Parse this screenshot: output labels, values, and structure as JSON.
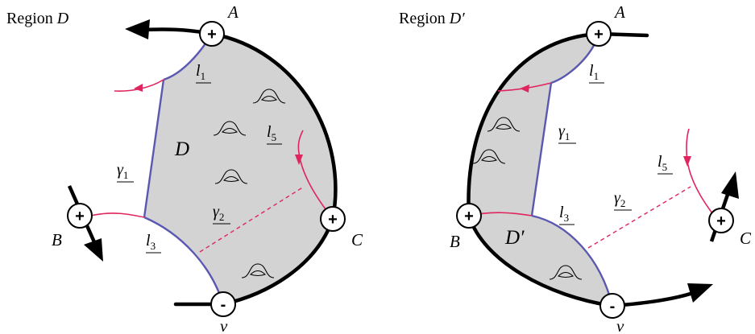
{
  "panels": [
    {
      "title": "Region",
      "title_sym": "D",
      "region_label": "D",
      "points": {
        "A": "A",
        "B": "B",
        "C": "C",
        "v": "v"
      },
      "signs": {
        "A": "+",
        "B": "+",
        "C": "+",
        "v": "-"
      },
      "curve_labels": {
        "l1": "l",
        "l1_sub": "1",
        "l3": "l",
        "l3_sub": "3",
        "l5": "l",
        "l5_sub": "5",
        "g1": "γ",
        "g1_sub": "1",
        "g2": "γ",
        "g2_sub": "2"
      }
    },
    {
      "title": "Region",
      "title_sym": "D′",
      "region_label": "D′",
      "points": {
        "A": "A",
        "B": "B",
        "C": "C",
        "v": "v"
      },
      "signs": {
        "A": "+",
        "B": "+",
        "C": "+",
        "v": "-"
      },
      "curve_labels": {
        "l1": "l",
        "l1_sub": "1",
        "l3": "l",
        "l3_sub": "3",
        "l5": "l",
        "l5_sub": "5",
        "g1": "γ",
        "g1_sub": "1",
        "g2": "γ",
        "g2_sub": "2"
      }
    }
  ],
  "colors": {
    "shade": "#d3d3d3",
    "blue_curve": "#5a58b0",
    "red_curve": "#e0245e",
    "boundary": "#000000"
  },
  "icons": {
    "bump": "arch-eye-icon"
  }
}
